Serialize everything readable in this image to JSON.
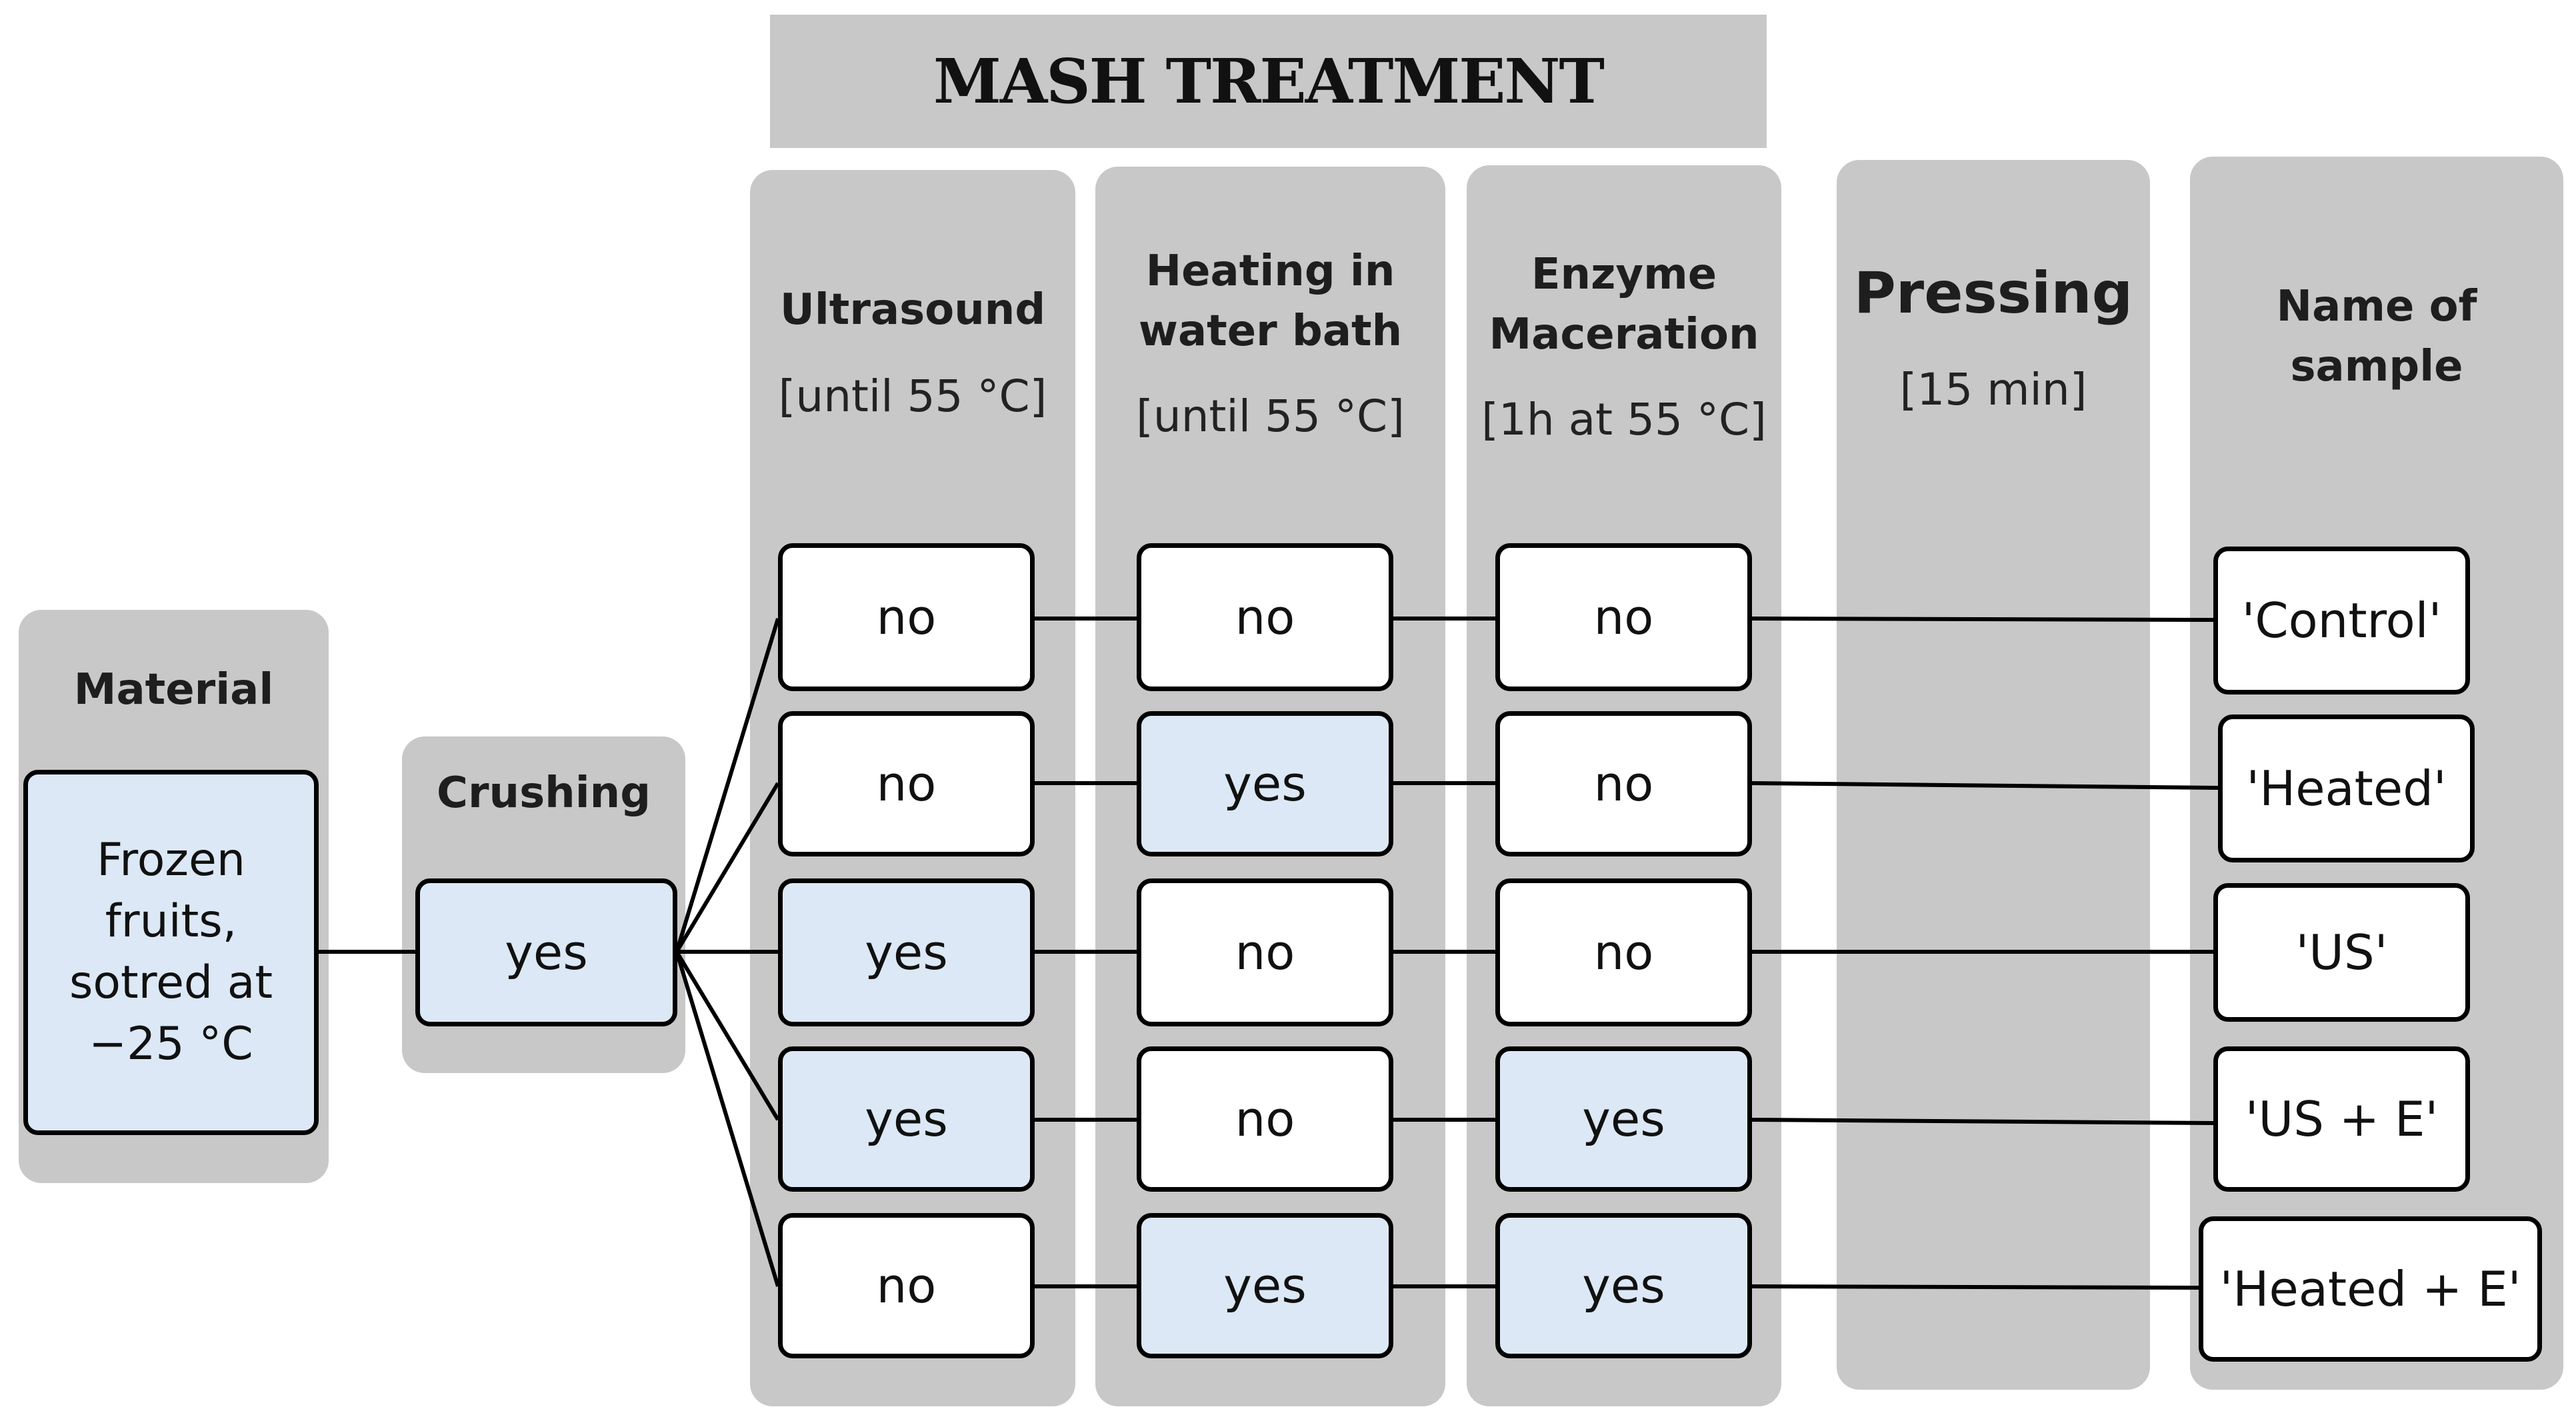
{
  "title": "MASH TREATMENT",
  "columns": {
    "material": {
      "label": "Material"
    },
    "crushing": {
      "label": "Crushing"
    },
    "ultrasound": {
      "label": "Ultrasound",
      "condition": "[until 55 °C]"
    },
    "heating": {
      "label_line1": "Heating in",
      "label_line2": "water bath",
      "condition": "[until 55 °C]"
    },
    "enzyme": {
      "label_line1": "Enzyme",
      "label_line2": "Maceration",
      "condition": "[1h at 55 °C]"
    },
    "pressing": {
      "label": "Pressing",
      "condition": "[15 min]"
    },
    "sample": {
      "label_line1": "Name of",
      "label_line2": "sample"
    }
  },
  "material_box": [
    "Frozen",
    "fruits,",
    "sotred at",
    "−25 °C"
  ],
  "crushing_value": "yes",
  "rows": [
    {
      "ultrasound": "no",
      "heating": "no",
      "enzyme": "no",
      "sample": "'Control'"
    },
    {
      "ultrasound": "no",
      "heating": "yes",
      "enzyme": "no",
      "sample": "'Heated'"
    },
    {
      "ultrasound": "yes",
      "heating": "no",
      "enzyme": "no",
      "sample": "'US'"
    },
    {
      "ultrasound": "yes",
      "heating": "no",
      "enzyme": "yes",
      "sample": "'US + E'"
    },
    {
      "ultrasound": "no",
      "heating": "yes",
      "enzyme": "yes",
      "sample": "'Heated + E'"
    }
  ],
  "colors": {
    "panel": "#c8c8c8",
    "yes_fill": "#dce8f6",
    "no_fill": "#ffffff",
    "line": "#000000"
  }
}
